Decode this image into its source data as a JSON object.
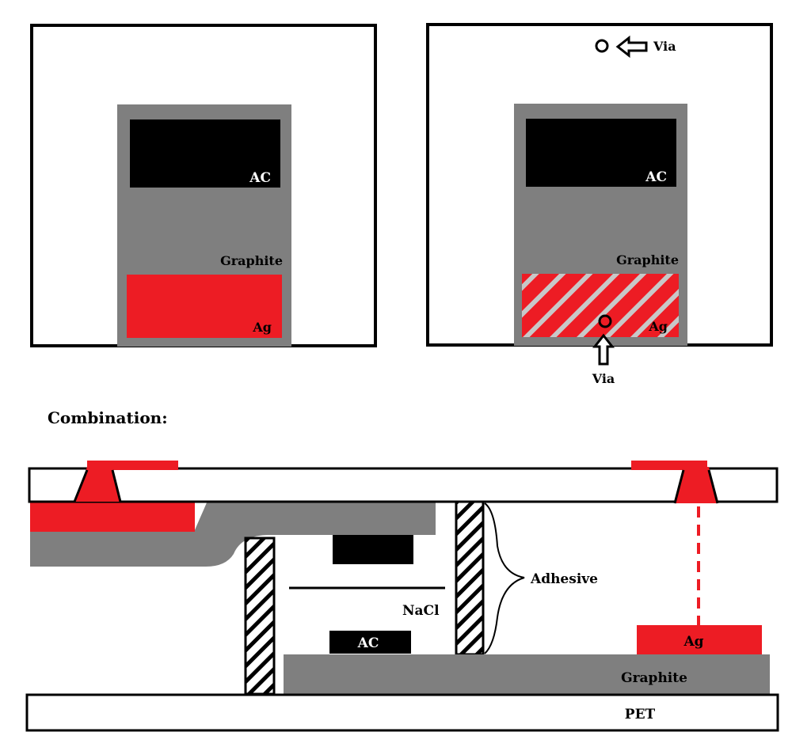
{
  "colors": {
    "frame": "#000000",
    "graphite": "#7f7f7f",
    "ac": "#000000",
    "ag": "#ed1c24",
    "white": "#ffffff",
    "hatch_light": "#c8c8c8"
  },
  "left_panel": {
    "ac_label": "AC",
    "graphite_label": "Graphite",
    "ag_label": "Ag"
  },
  "right_panel": {
    "ac_label": "AC",
    "graphite_label": "Graphite",
    "ag_label": "Ag",
    "via_top_label": "Via",
    "via_bottom_label": "Via"
  },
  "combination": {
    "heading": "Combination:",
    "ac_label": "AC",
    "nacl_label": "NaCl",
    "adhesive_label": "Adhesive",
    "ag_label": "Ag",
    "graphite_label": "Graphite",
    "pet_label": "PET"
  }
}
